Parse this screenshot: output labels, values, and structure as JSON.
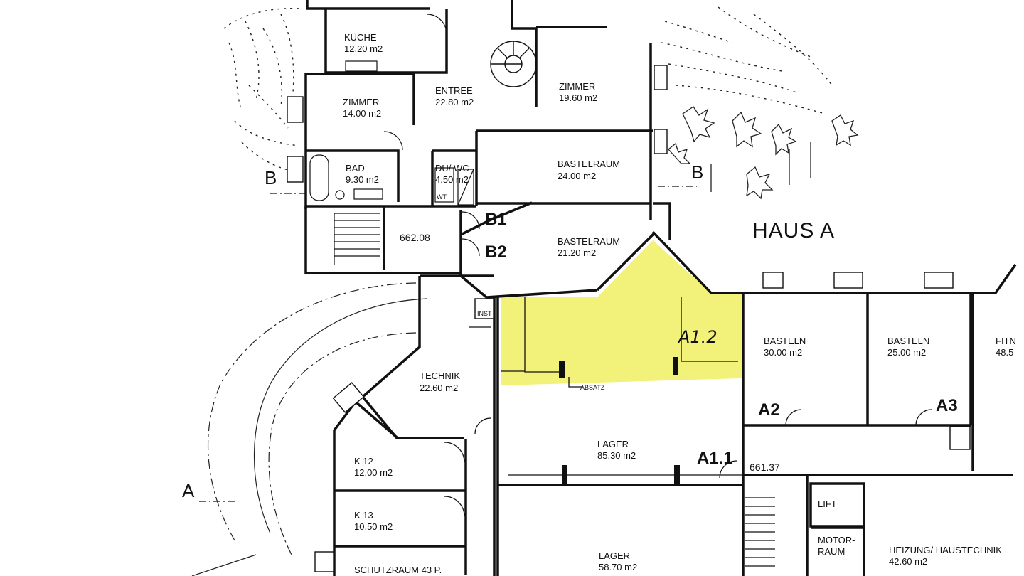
{
  "colors": {
    "highlight": "#f2f27a",
    "wall": "#111111",
    "paper": "#ffffff"
  },
  "labels": {
    "kuche_name": "KÜCHE",
    "kuche_area": "12.20 m2",
    "zimmer1_name": "ZIMMER",
    "zimmer1_area": "14.00 m2",
    "entree_name": "ENTREE",
    "entree_area": "22.80 m2",
    "zimmer2_name": "ZIMMER",
    "zimmer2_area": "19.60 m2",
    "bad_name": "BAD",
    "bad_area": "9.30 m2",
    "duwc_name": "DU/ WC",
    "duwc_area": "4.50 m2",
    "wt": "WT",
    "bastel1_name": "BASTELRAUM",
    "bastel1_area": "24.00 m2",
    "bastel2_name": "BASTELRAUM",
    "bastel2_area": "21.20 m2",
    "level_662": "662.08",
    "b1": "B1",
    "b2": "B2",
    "section_b_left": "B",
    "section_b_right": "B",
    "haus": "HAUS A",
    "inst": "INST",
    "a12": "A1.2",
    "absatz": "ABSATZ",
    "basteln1_name": "BASTELN",
    "basteln1_area": "30.00  m2",
    "basteln2_name": "BASTELN",
    "basteln2_area": "25.00  m2",
    "fitn_name": "FITN",
    "fitn_area": "48.5",
    "a2": "A2",
    "a3": "A3",
    "technik_name": "TECHNIK",
    "technik_area": "22.60  m2",
    "lager1_name": "LAGER",
    "lager1_area": "85.30 m2",
    "a11": "A1.1",
    "level_661": "661.37",
    "k12_name": "K 12",
    "k12_area": "12.00  m2",
    "k13_name": "K 13",
    "k13_area": "10.50  m2",
    "schutz": "SCHUTZRAUM 43 P.",
    "lager2_name": "LAGER",
    "lager2_area": "58.70 m2",
    "lift": "LIFT",
    "motor1": "MOTOR-",
    "motor2": "RAUM",
    "heizung_name": "HEIZUNG/ HAUSTECHNIK",
    "heizung_area": "42.60 m2",
    "section_a": "A"
  }
}
